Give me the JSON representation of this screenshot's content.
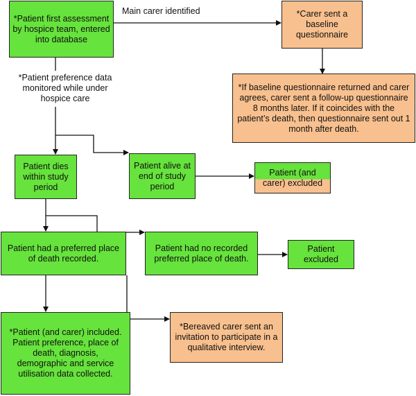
{
  "nodes": {
    "first_assessment": "*Patient first assessment by hospice team, entered into database",
    "main_carer": "Main carer identified",
    "carer_baseline": "*Carer sent a baseline questionnaire",
    "followup": "*If baseline questionnaire returned and carer agrees, carer sent a follow-up questionnaire 8 months later. If it coincides with the patient’s death, then questionnaire sent out 1 month after death.",
    "preference_monitored": "*Patient preference data monitored while under hospice care",
    "patient_dies": "Patient dies within study period",
    "patient_alive": "Patient alive at end of study period",
    "patient_carer_excluded": "Patient (and carer) excluded",
    "preferred_recorded": "Patient had a preferred place of death recorded.",
    "no_preferred": "Patient had no recorded preferred place of death.",
    "patient_excluded": "Patient excluded",
    "included": "*Patient (and carer) included. Patient preference, place of death, diagnosis, demographic and service utilisation data collected.",
    "bereaved_interview": "*Bereaved carer sent an invitation to participate in a qualitative interview."
  },
  "colors": {
    "green": "#66e33c",
    "orange": "#f8c08e",
    "line": "#111111"
  }
}
